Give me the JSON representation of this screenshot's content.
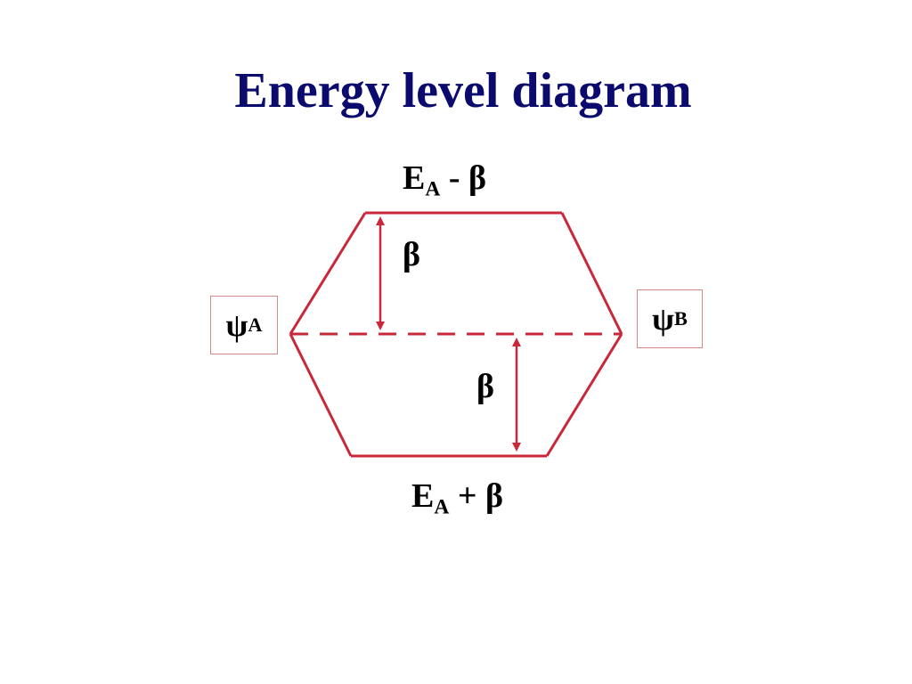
{
  "title": "Energy level diagram",
  "upper_level": {
    "symbol": "E",
    "subscript": "A",
    "operator": "-",
    "term": "β"
  },
  "lower_level": {
    "symbol": "E",
    "subscript": "A",
    "operator": "+",
    "term": "β"
  },
  "upper_gap_label": "β",
  "lower_gap_label": "β",
  "orbital_left": {
    "symbol": "ψ",
    "subscript": "A"
  },
  "orbital_right": {
    "symbol": "ψ",
    "subscript": "B"
  },
  "colors": {
    "title": "#0b0b6e",
    "lines": "#c8283a",
    "box_border": "#d88a8a",
    "text": "#000000"
  }
}
